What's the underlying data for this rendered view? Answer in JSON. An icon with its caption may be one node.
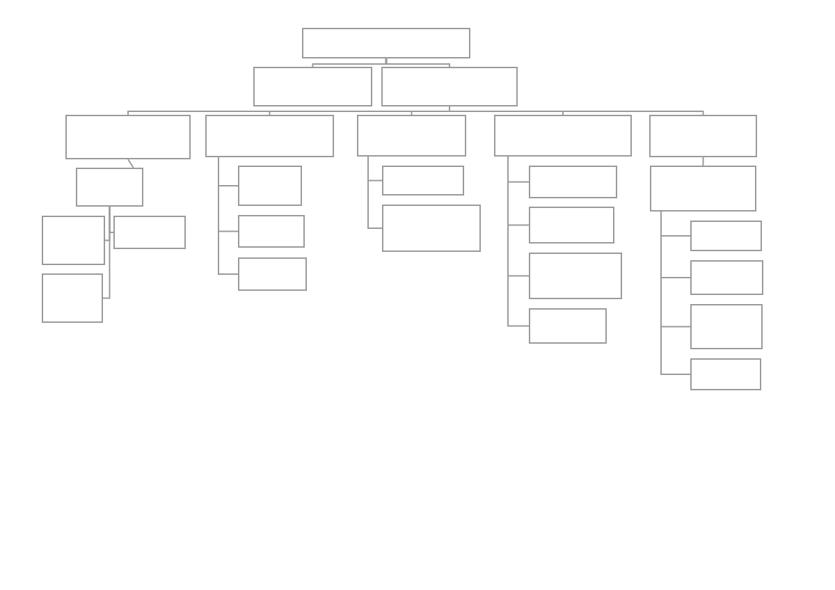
{
  "diagram": {
    "nodes": [
      {
        "text": [],
        "shape": "box"
      },
      {
        "text": [],
        "shape": "box"
      },
      {
        "text": [],
        "shape": "box"
      },
      {
        "text": [],
        "shape": "box"
      },
      {
        "text": [],
        "shape": "box"
      },
      {
        "text": [],
        "shape": "box"
      },
      {
        "text": [],
        "shape": "box"
      },
      {
        "text": [],
        "shape": "box"
      },
      {
        "text": [],
        "shape": "box"
      },
      {
        "text": [],
        "shape": "box"
      },
      {
        "text": [],
        "shape": "box"
      },
      {
        "text": [],
        "shape": "box"
      },
      {
        "text": [],
        "shape": "box"
      },
      {
        "text": [],
        "shape": "box"
      },
      {
        "text": [],
        "shape": "box"
      },
      {
        "text": [],
        "shape": "box"
      },
      {
        "text": [],
        "shape": "box"
      },
      {
        "text": [],
        "shape": "box"
      },
      {
        "text": [],
        "shape": "box"
      },
      {
        "text": [],
        "shape": "box"
      },
      {
        "text": [],
        "shape": "box"
      },
      {
        "text": [],
        "shape": "box"
      },
      {
        "text": [],
        "shape": "box"
      },
      {
        "text": [],
        "shape": "box"
      },
      {
        "text": [],
        "shape": "box"
      },
      {
        "text": [],
        "shape": "box"
      }
    ],
    "edges": [
      {
        "from": 0,
        "to": 1,
        "arrow": "none"
      },
      {
        "from": 0,
        "to": 2,
        "arrow": "none"
      },
      {
        "from": 2,
        "to": 3,
        "arrow": "none"
      },
      {
        "from": 2,
        "to": 4,
        "arrow": "none"
      },
      {
        "from": 2,
        "to": 5,
        "arrow": "none"
      },
      {
        "from": 2,
        "to": 6,
        "arrow": "none"
      },
      {
        "from": 2,
        "to": 7,
        "arrow": "none"
      },
      {
        "from": 3,
        "to": 8,
        "arrow": "none"
      },
      {
        "from": 8,
        "to": 9,
        "arrow": "none"
      },
      {
        "from": 8,
        "to": 10,
        "arrow": "none"
      },
      {
        "from": 8,
        "to": 11,
        "arrow": "none"
      },
      {
        "from": 4,
        "to": 12,
        "arrow": "none"
      },
      {
        "from": 4,
        "to": 13,
        "arrow": "none"
      },
      {
        "from": 4,
        "to": 14,
        "arrow": "none"
      },
      {
        "from": 5,
        "to": 15,
        "arrow": "none"
      },
      {
        "from": 5,
        "to": 16,
        "arrow": "none"
      },
      {
        "from": 6,
        "to": 17,
        "arrow": "none"
      },
      {
        "from": 6,
        "to": 18,
        "arrow": "none"
      },
      {
        "from": 6,
        "to": 19,
        "arrow": "none"
      },
      {
        "from": 6,
        "to": 20,
        "arrow": "none"
      },
      {
        "from": 7,
        "to": 21,
        "arrow": "none"
      },
      {
        "from": 21,
        "to": 22,
        "arrow": "none"
      },
      {
        "from": 21,
        "to": 23,
        "arrow": "none"
      },
      {
        "from": 21,
        "to": 24,
        "arrow": "none"
      },
      {
        "from": 21,
        "to": 25,
        "arrow": "none"
      }
    ]
  }
}
